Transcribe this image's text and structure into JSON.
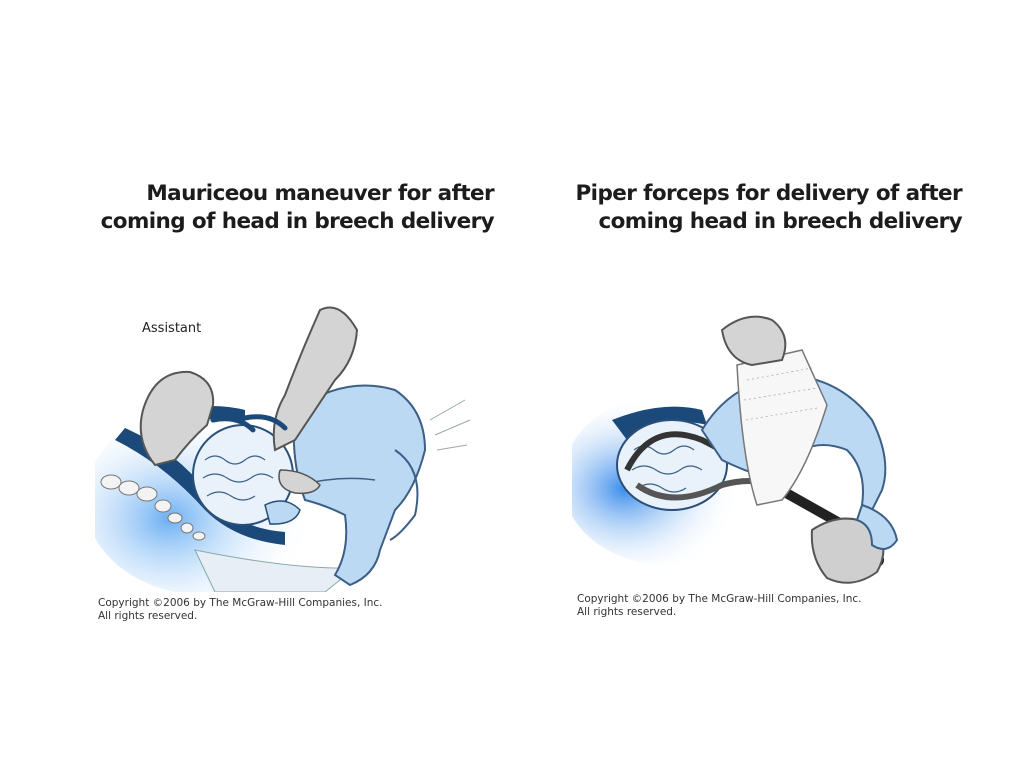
{
  "slide": {
    "left_panel": {
      "caption_line1": "Mauriceou maneuver for after",
      "caption_line2": "coming of head in breech delivery",
      "label_assistant": "Assistant",
      "copyright_line1": "Copyright ©2006 by The McGraw-Hill Companies, Inc.",
      "copyright_line2": "All rights reserved."
    },
    "right_panel": {
      "caption_line1": "Piper forceps for delivery of after",
      "caption_line2": "coming  head in breech delivery",
      "copyright_line1": "Copyright ©2006 by The McGraw-Hill Companies, Inc.",
      "copyright_line2": "All rights reserved."
    },
    "colors": {
      "skin_blue": "#bcd9f4",
      "deep_blue": "#1b4a7a",
      "glove_gray": "#d4d4d4"
    }
  }
}
